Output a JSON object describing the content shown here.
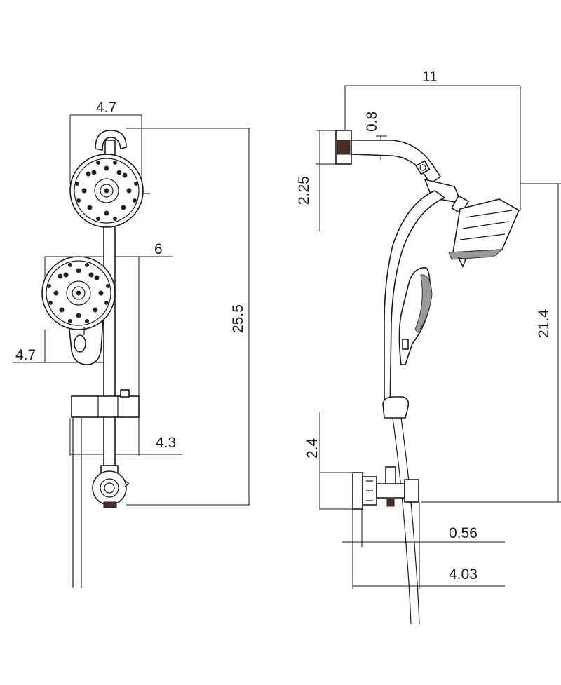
{
  "colors": {
    "line": "#1a1a1a",
    "fill": "#ffffff",
    "nozzle": "#222222",
    "nut": "#4a2e24"
  },
  "front_view": {
    "dims": {
      "top_width": "4.7",
      "handheld_width": "6",
      "handheld_face": "4.7",
      "total_height": "25.5",
      "slider_depth": "4.3"
    }
  },
  "side_view": {
    "dims": {
      "reach": "11",
      "flange": "0.8",
      "arm_drop": "2.25",
      "height": "21.4",
      "base_height": "2.4",
      "base_offset": "0.56",
      "base_depth": "4.03"
    }
  }
}
